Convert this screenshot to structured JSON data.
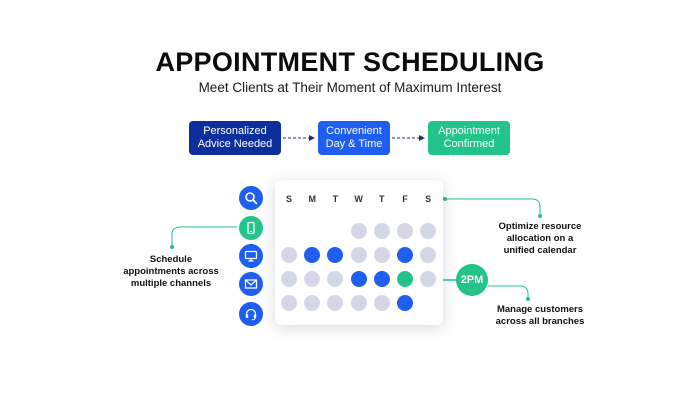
{
  "header": {
    "title": "APPOINTMENT SCHEDULING",
    "subtitle": "Meet Clients at Their Moment of Maximum Interest"
  },
  "flow": {
    "steps": [
      {
        "label": "Personalized\nAdvice Needed",
        "color": "#0d2f9c"
      },
      {
        "label": "Convenient\nDay & Time",
        "color": "#1e5ef0"
      },
      {
        "label": "Appointment\nConfirmed",
        "color": "#22c48a"
      }
    ]
  },
  "calendar": {
    "day_labels": [
      "S",
      "M",
      "T",
      "W",
      "T",
      "F",
      "S"
    ],
    "rows": [
      [
        "empty",
        "empty",
        "empty",
        "gray",
        "gray",
        "gray",
        "gray"
      ],
      [
        "gray",
        "blue",
        "blue",
        "gray",
        "gray",
        "blue",
        "gray"
      ],
      [
        "gray",
        "gray",
        "gray",
        "blue",
        "blue",
        "green",
        "gray"
      ],
      [
        "gray",
        "gray",
        "gray",
        "gray",
        "gray",
        "blue",
        "empty"
      ]
    ],
    "time_badge": "2PM"
  },
  "channels": [
    {
      "icon": "search-icon",
      "color": "#1e5ef0"
    },
    {
      "icon": "mobile-phone-icon",
      "color": "#22c48a"
    },
    {
      "icon": "desktop-monitor-icon",
      "color": "#1e5ef0"
    },
    {
      "icon": "email-envelope-icon",
      "color": "#1e5ef0"
    },
    {
      "icon": "headset-icon",
      "color": "#1e5ef0"
    }
  ],
  "callouts": {
    "left": "Schedule\nappointments across\nmultiple channels",
    "top_right": "Optimize resource\nallocation on a\nunified calendar",
    "bottom_right": "Manage customers\nacross all branches"
  },
  "colors": {
    "navy": "#0d2f9c",
    "blue": "#1e5ef0",
    "green": "#22c48a",
    "gray_cell": "#d4d7e6"
  }
}
